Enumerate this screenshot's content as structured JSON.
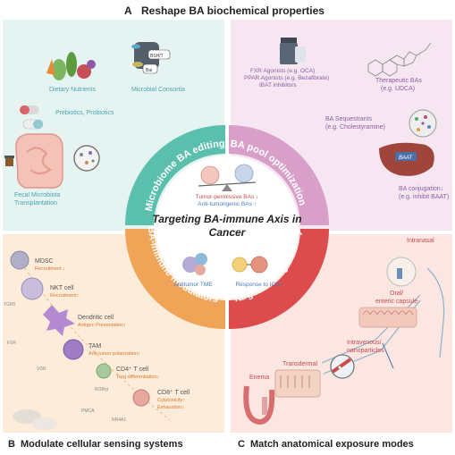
{
  "headings": {
    "a": {
      "letter": "A",
      "title": "Reshape BA biochemical properties"
    },
    "b": {
      "letter": "B",
      "title": "Modulate cellular sensing systems"
    },
    "c": {
      "letter": "C",
      "title": "Match anatomical exposure modes"
    }
  },
  "center": {
    "title_line1": "Targeting BA-immune Axis in",
    "title_line2": "Cancer",
    "tumor_permissive": "Tumor-permissive BAs ↓",
    "anti_tumorigenic": "Anti-tumorigenic BAs ↑",
    "antitumor_tme": "Antitumor TME",
    "response_icis": "Response to ICIs↑"
  },
  "ring": {
    "microbiome": "Microbiome BA editing",
    "pool": "BA pool optimization",
    "modulators": "BA-immune modulators",
    "delivery": "Targeted drug delivery"
  },
  "microbiome": {
    "dietary": "Dietary Nutrients",
    "consortia": "Microbial Consortia",
    "bsh_label": "BSH/T",
    "bai_label": "Bai",
    "prebiotics": "Prebiotics, Probiotics",
    "fecal_line1": "Fecal Microbiota",
    "fecal_line2": "Transplantation"
  },
  "pool": {
    "fxr": "FXR Agonists (e.g. OCA)",
    "ppar": "PPAR Agonists (e.g. Bezafibrate)",
    "ibat": "IBAT inhibitors",
    "ther_line1": "Therapeutic BAs",
    "ther_line2": "(e.g. UDCA)",
    "seq_line1": "BA Sequestrants",
    "seq_line2": "(e.g. Cholestyramine)",
    "baat_label": "BAAT",
    "conj_line1": "BA conjugation↓",
    "conj_line2": "(e.g. inhibit BAAT)"
  },
  "cells": [
    {
      "name": "MDSC",
      "effect": "Recruitment ↓"
    },
    {
      "name": "NKT cell",
      "effect": "Recruitment↑"
    },
    {
      "name": "Dendritic cell",
      "effect": "Antigen Presentation↑"
    },
    {
      "name": "TAM",
      "effect": "Anti-tumor polarization↑"
    },
    {
      "name": "CD4⁺ T cell",
      "effect": "Treg differentiation↓"
    },
    {
      "name": "CD8⁺ T cell",
      "effect": "Cytotoxicity↑",
      "effect2": "Exhaustion↓"
    }
  ],
  "receptors": [
    "TGR5",
    "FXR",
    "VDR",
    "RORγt",
    "PMCA",
    "NR4A1"
  ],
  "delivery": {
    "intranasal": "Intranasal",
    "oral_line1": "Oral/",
    "oral_line2": "enteric capsule",
    "iv_line1": "Intravenous/",
    "iv_line2": "nanoparticles",
    "transdermal": "Transdermal",
    "enema": "Enema"
  },
  "colors": {
    "teal": "#5bbfae",
    "pink": "#d8a0c9",
    "orange": "#f0a457",
    "red": "#dd4c4c",
    "label_teal": "#4aa3b0",
    "label_purple": "#8d5fa0",
    "label_orange": "#d9772f",
    "label_red": "#c94b4b"
  }
}
